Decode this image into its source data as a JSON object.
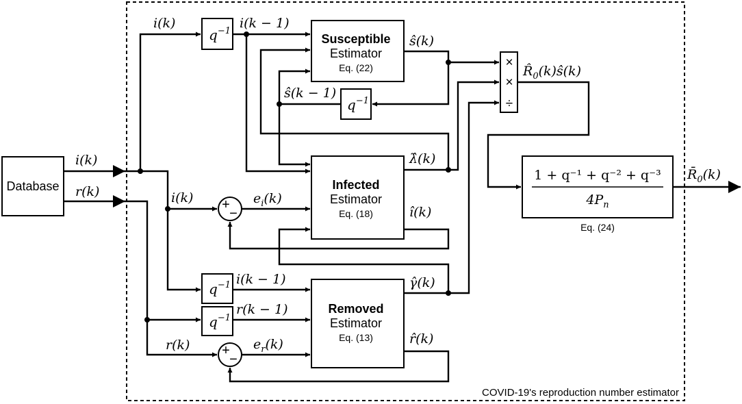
{
  "database": {
    "label": "Database"
  },
  "frame": {
    "caption": "COVID-19's reproduction number estimator"
  },
  "delay": {
    "label": "q",
    "exponent": "−1"
  },
  "susceptible": {
    "title": "Susceptible",
    "subtitle": "Estimator",
    "eq": "Eq. (22)"
  },
  "infected": {
    "title": "Infected",
    "subtitle": "Estimator",
    "eq": "Eq. (18)"
  },
  "removed": {
    "title": "Removed",
    "subtitle": "Estimator",
    "eq": "Eq. (13)"
  },
  "multiplier": {
    "ops": [
      "×",
      "×",
      "÷"
    ]
  },
  "sum_sign": {
    "plus": "+",
    "minus": "−"
  },
  "filter": {
    "numerator": "1 + q⁻¹ + q⁻² + q⁻³",
    "denominator": "4P",
    "denominator_sub": "n",
    "eq": "Eq. (24)"
  },
  "signals": {
    "i_k": "i(k)",
    "r_k": "r(k)",
    "i_k_minus_1": "i(k − 1)",
    "r_k_minus_1": "r(k − 1)",
    "s_hat_k": "ŝ(k)",
    "s_hat_k_minus_1": "ŝ(k − 1)",
    "lambda_hat_k": "λ̂(k)",
    "i_hat_k": "î(k)",
    "gamma_hat_k": "γ̂(k)",
    "r_hat_k": "r̂(k)",
    "e_i_base": "e",
    "e_i_sub": "i",
    "e_i_arg": "(k)",
    "e_r_base": "e",
    "e_r_sub": "r",
    "e_r_arg": "(k)",
    "R0_hat_s_hat": {
      "R": "R̂",
      "sub": "0",
      "rest": "(k)ŝ(k)"
    },
    "R0_bar": {
      "R": "R̄",
      "sub": "0",
      "rest": "(k)"
    }
  }
}
